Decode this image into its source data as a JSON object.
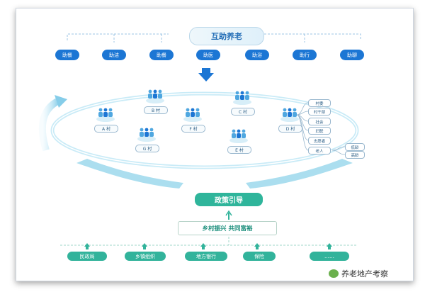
{
  "title": "互助养老",
  "top_items": [
    "助餐",
    "助洁",
    "助餐",
    "助医",
    "助浴",
    "助行",
    "助聊"
  ],
  "villages": [
    {
      "label": "A 村"
    },
    {
      "label": "B 村"
    },
    {
      "label": "C 村"
    },
    {
      "label": "D 村"
    },
    {
      "label": "E 村"
    },
    {
      "label": "F 村"
    },
    {
      "label": "G 村"
    }
  ],
  "right_branch": [
    "村委",
    "村干部",
    "社会",
    "妇联",
    "志愿者",
    "老人"
  ],
  "sub_branch": [
    "低龄",
    "高龄"
  ],
  "gov_label": "政策引导",
  "slogan": "乡村振兴 共同富裕",
  "bottom_items": [
    "民政局",
    "乡镇组织",
    "地方银行",
    "保险",
    "……"
  ],
  "watermark": "养老地产考察",
  "colors": {
    "blue": "#1c76d4",
    "teal": "#32b39b",
    "arc": "#bfe6f6"
  }
}
